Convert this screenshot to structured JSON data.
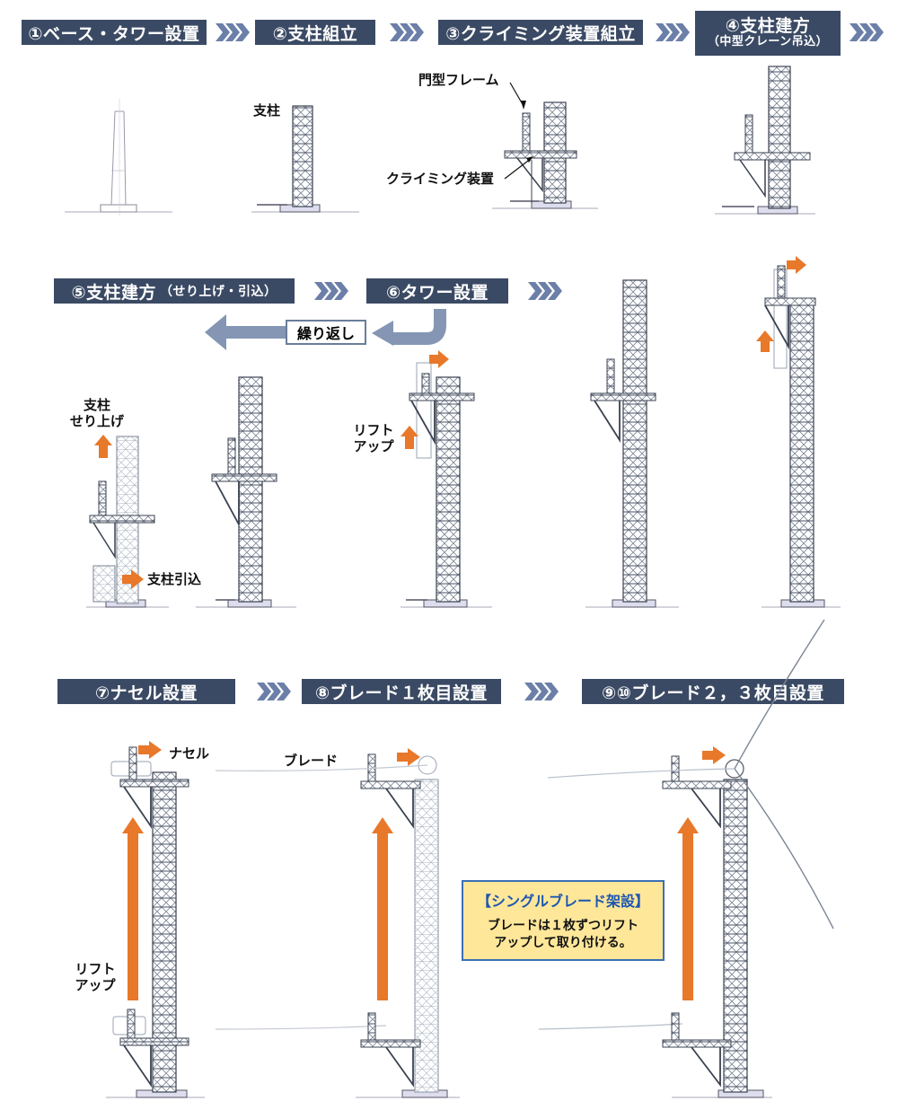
{
  "steps": {
    "s1": "①ベース・タワー設置",
    "s2": "②支柱組立",
    "s3": "③クライミング装置組立",
    "s4": "④支柱建方",
    "s4_sub": "（中型クレーン吊込）",
    "s5": "⑤支柱建方",
    "s5_sub": "（せり上げ・引込）",
    "s6": "⑥タワー設置",
    "s7": "⑦ナセル設置",
    "s8": "⑧ブレード１枚目設置",
    "s9": "⑨⑩ブレード２，３枚目設置"
  },
  "loop_label": "繰り返し",
  "labels": {
    "pillar": "支柱",
    "portal_frame": "門型フレーム",
    "climbing_device": "クライミング装置",
    "pillar_raise_1": "支柱",
    "pillar_raise_2": "せり上げ",
    "pillar_pull": "支柱引込",
    "lift_up_1": "リフト",
    "lift_up_2": "アップ",
    "nacelle": "ナセル",
    "lift_up_3": "リフト",
    "lift_up_4": "アップ",
    "blade": "ブレード"
  },
  "callout": {
    "title": "【シングルブレード架設】",
    "line1": "ブレードは１枚ずつリフト",
    "line2": "アップして取り付ける。"
  },
  "colors": {
    "header_bg": "#3b4a64",
    "chevron": "#6b7fa8",
    "orange_arrow": "#e8782a",
    "loop_arrow": "#8496b3",
    "callout_bg": "#ffe79a",
    "callout_title": "#1d56b0",
    "structure": "#3a4150"
  }
}
